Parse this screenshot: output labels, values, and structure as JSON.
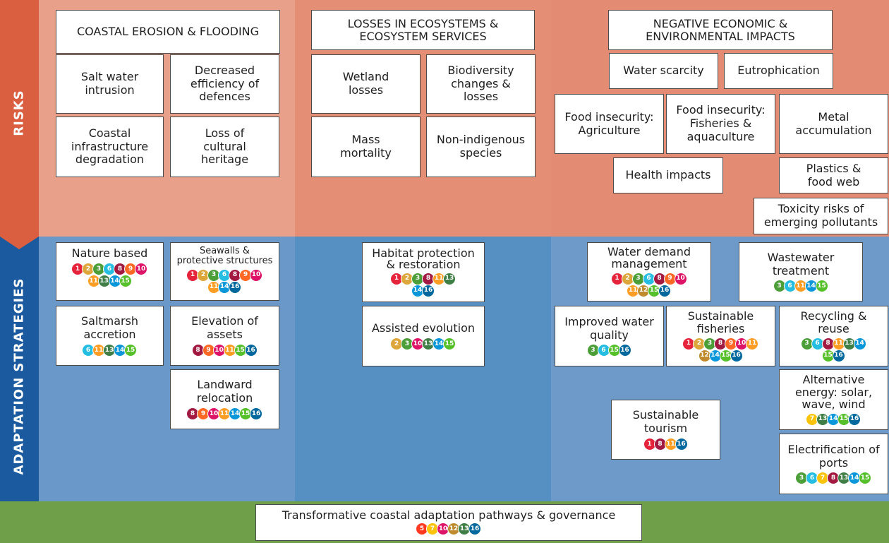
{
  "colors": {
    "risks_bg_col1": "#e9a08b",
    "risks_bg_col2": "#e48e76",
    "risks_bg_col3": "#e38b73",
    "risks_sidebar": "#da5f40",
    "adapt_bg_col1": "#6a98c8",
    "adapt_bg_col2": "#568fc2",
    "adapt_bg_col3": "#6d9ac8",
    "adapt_sidebar": "#1c5aa0",
    "bottom_band": "#6f9f49"
  },
  "sdg_colors": {
    "1": "#e5243b",
    "2": "#dda63a",
    "3": "#4c9f38",
    "5": "#ff3a21",
    "6": "#26bde2",
    "7": "#fcc30b",
    "8": "#a21942",
    "9": "#fd6925",
    "10": "#dd1367",
    "11": "#fd9d24",
    "12": "#bf8b2e",
    "13": "#3f7e44",
    "14": "#0a97d9",
    "15": "#56c02b",
    "16": "#00689d"
  },
  "sidebar": {
    "risks_label": "RISKS",
    "adaptation_label": "ADAPTATION STRATEGIES"
  },
  "risks": {
    "col1": {
      "header": "COASTAL EROSION & FLOODING",
      "items": [
        "Salt water\nintrusion",
        "Decreased\nefficiency of\ndefences",
        "Coastal\ninfrastructure\ndegradation",
        "Loss of\ncultural\nheritage"
      ]
    },
    "col2": {
      "header": "LOSSES IN ECOSYSTEMS &\nECOSYSTEM SERVICES",
      "items": [
        "Wetland\nlosses",
        "Biodiversity\nchanges &\nlosses",
        "Mass\nmortality",
        "Non-indigenous\nspecies"
      ]
    },
    "col3": {
      "header": "NEGATIVE ECONOMIC &\nENVIRONMENTAL IMPACTS",
      "items": [
        "Water scarcity",
        "Eutrophication",
        "Food insecurity:\nAgriculture",
        "Food insecurity:\nFisheries &\naquaculture",
        "Metal\naccumulation",
        "Health impacts",
        "Plastics &\nfood web",
        "Toxicity risks of\nemerging pollutants"
      ]
    }
  },
  "strategies": [
    {
      "label": "Nature based",
      "sdgs": [
        1,
        2,
        3,
        6,
        8,
        9,
        10,
        11,
        13,
        14,
        15
      ]
    },
    {
      "label": "Seawalls &\nprotective structures",
      "sdgs": [
        1,
        2,
        3,
        6,
        8,
        9,
        10,
        11,
        14,
        16
      ]
    },
    {
      "label": "Saltmarsh\naccretion",
      "sdgs": [
        6,
        11,
        13,
        14,
        15
      ]
    },
    {
      "label": "Elevation of\nassets",
      "sdgs": [
        8,
        9,
        10,
        11,
        15,
        16
      ]
    },
    {
      "label": "Landward\nrelocation",
      "sdgs": [
        8,
        9,
        10,
        11,
        14,
        15,
        16
      ]
    },
    {
      "label": "Habitat protection\n& restoration",
      "sdgs": [
        1,
        2,
        3,
        8,
        11,
        13,
        14,
        16
      ]
    },
    {
      "label": "Assisted evolution",
      "sdgs": [
        2,
        3,
        10,
        13,
        14,
        15
      ]
    },
    {
      "label": "Water demand\nmanagement",
      "sdgs": [
        1,
        2,
        3,
        6,
        8,
        9,
        10,
        11,
        12,
        15,
        16
      ]
    },
    {
      "label": "Wastewater\ntreatment",
      "sdgs": [
        3,
        6,
        11,
        14,
        15
      ]
    },
    {
      "label": "Improved water\nquality",
      "sdgs": [
        3,
        6,
        15,
        16
      ]
    },
    {
      "label": "Sustainable\nfisheries",
      "sdgs": [
        1,
        2,
        3,
        8,
        9,
        10,
        11,
        12,
        14,
        15,
        16
      ]
    },
    {
      "label": "Recycling &\nreuse",
      "sdgs": [
        3,
        6,
        8,
        11,
        13,
        14,
        15,
        16
      ]
    },
    {
      "label": "Alternative\nenergy: solar,\nwave, wind",
      "sdgs": [
        7,
        13,
        14,
        15,
        16
      ]
    },
    {
      "label": "Sustainable\ntourism",
      "sdgs": [
        1,
        8,
        11,
        16
      ]
    },
    {
      "label": "Electrification of\nports",
      "sdgs": [
        3,
        6,
        7,
        8,
        13,
        14,
        15
      ]
    }
  ],
  "governance": {
    "label": "Transformative coastal adaptation pathways & governance",
    "sdgs": [
      5,
      7,
      10,
      12,
      13,
      16
    ]
  }
}
